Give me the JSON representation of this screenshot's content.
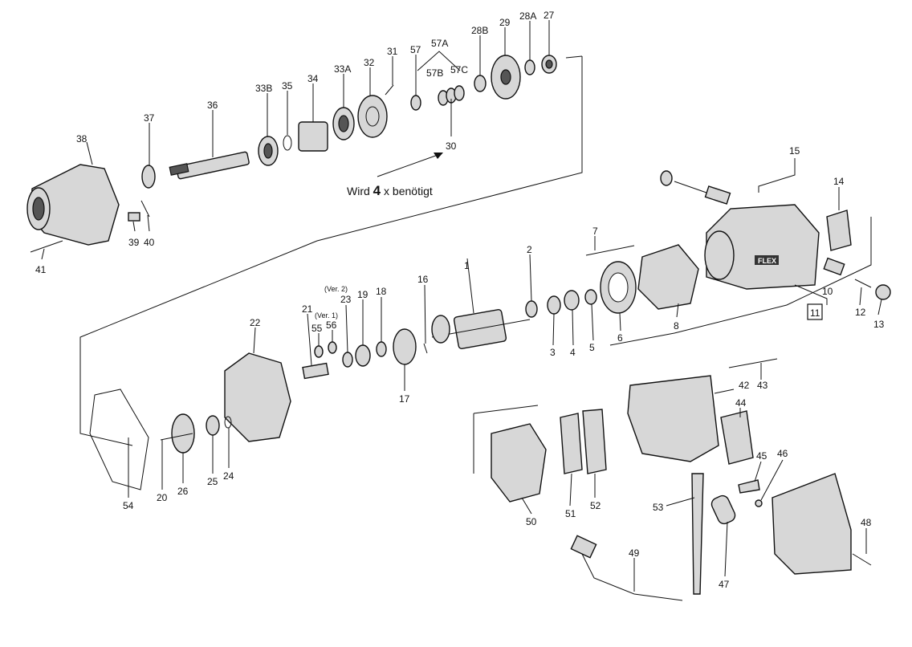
{
  "labels": {
    "p1": "1",
    "p2": "2",
    "p3": "3",
    "p4": "4",
    "p5": "5",
    "p6": "6",
    "p7": "7",
    "p8": "8",
    "p10": "10",
    "p11": "11",
    "p12": "12",
    "p13": "13",
    "p14": "14",
    "p15": "15",
    "p16": "16",
    "p17": "17",
    "p18": "18",
    "p19": "19",
    "p20": "20",
    "p21": "21",
    "p22": "22",
    "p23": "23",
    "p24": "24",
    "p25": "25",
    "p26": "26",
    "p27": "27",
    "p28a": "28A",
    "p28b": "28B",
    "p29": "29",
    "p30": "30",
    "p31": "31",
    "p32": "32",
    "p33a": "33A",
    "p33b": "33B",
    "p34": "34",
    "p35": "35",
    "p36": "36",
    "p37": "37",
    "p38": "38",
    "p39": "39",
    "p40": "40",
    "p41": "41",
    "p42": "42",
    "p43": "43",
    "p44": "44",
    "p45": "45",
    "p46": "46",
    "p47": "47",
    "p48": "48",
    "p49": "49",
    "p50": "50",
    "p51": "51",
    "p52": "52",
    "p53": "53",
    "p54": "54",
    "p55": "55",
    "p56": "56",
    "p57": "57",
    "p57a": "57A",
    "p57b": "57B",
    "p57c": "57C",
    "ver1": "(Ver. 1)",
    "ver2": "(Ver. 2)"
  },
  "note": {
    "prefix": "Wird ",
    "count": "4",
    "suffix": " x benötigt"
  },
  "brand": "FLEX"
}
